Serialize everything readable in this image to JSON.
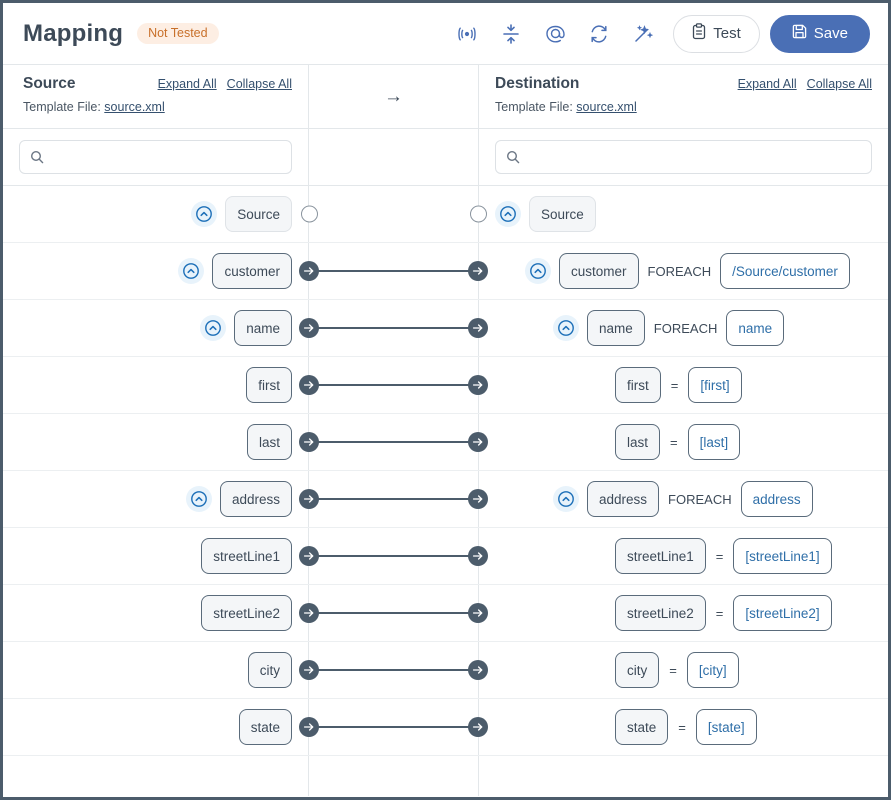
{
  "header": {
    "title": "Mapping",
    "status_badge": "Not Tested",
    "icons": [
      {
        "name": "broadcast-icon",
        "glyph": "((·))"
      },
      {
        "name": "collapse-vertical-icon",
        "glyph": "divide"
      },
      {
        "name": "at-icon",
        "glyph": "@"
      },
      {
        "name": "refresh-icon",
        "glyph": "refresh"
      },
      {
        "name": "magic-wand-icon",
        "glyph": "wand"
      }
    ],
    "test_label": "Test",
    "save_label": "Save",
    "accent_color": "#4a6fb5",
    "badge_bg": "#fdeee3",
    "badge_color": "#c8702a"
  },
  "source_panel": {
    "title": "Source",
    "expand_all": "Expand All",
    "collapse_all": "Collapse All",
    "template_label": "Template File:",
    "template_file": "source.xml",
    "search_placeholder": "",
    "search_value": ""
  },
  "middle_panel": {
    "arrow": "→"
  },
  "destination_panel": {
    "title": "Destination",
    "expand_all": "Expand All",
    "collapse_all": "Collapse All",
    "template_label": "Template File:",
    "template_file": "source.xml",
    "search_placeholder": "",
    "search_value": ""
  },
  "rows": [
    {
      "depth": 0,
      "has_toggle": true,
      "source_label": "Source",
      "source_root": true,
      "connector": "circles",
      "dest_label": "Source",
      "dest_root": true,
      "dest_op": "",
      "dest_expr": ""
    },
    {
      "depth": 1,
      "has_toggle": true,
      "source_label": "customer",
      "source_root": false,
      "connector": "arrows",
      "dest_label": "customer",
      "dest_root": false,
      "dest_op": "FOREACH",
      "dest_expr": "/Source/customer"
    },
    {
      "depth": 2,
      "has_toggle": true,
      "source_label": "name",
      "source_root": false,
      "connector": "arrows",
      "dest_label": "name",
      "dest_root": false,
      "dest_op": "FOREACH",
      "dest_expr": "name"
    },
    {
      "depth": 3,
      "has_toggle": false,
      "source_label": "first",
      "source_root": false,
      "connector": "arrows",
      "dest_label": "first",
      "dest_root": false,
      "dest_op": "=",
      "dest_expr": "[first]"
    },
    {
      "depth": 3,
      "has_toggle": false,
      "source_label": "last",
      "source_root": false,
      "connector": "arrows",
      "dest_label": "last",
      "dest_root": false,
      "dest_op": "=",
      "dest_expr": "[last]"
    },
    {
      "depth": 2,
      "has_toggle": true,
      "source_label": "address",
      "source_root": false,
      "connector": "arrows",
      "dest_label": "address",
      "dest_root": false,
      "dest_op": "FOREACH",
      "dest_expr": "address"
    },
    {
      "depth": 3,
      "has_toggle": false,
      "source_label": "streetLine1",
      "source_root": false,
      "connector": "arrows",
      "dest_label": "streetLine1",
      "dest_root": false,
      "dest_op": "=",
      "dest_expr": "[streetLine1]"
    },
    {
      "depth": 3,
      "has_toggle": false,
      "source_label": "streetLine2",
      "source_root": false,
      "connector": "arrows",
      "dest_label": "streetLine2",
      "dest_root": false,
      "dest_op": "=",
      "dest_expr": "[streetLine2]"
    },
    {
      "depth": 3,
      "has_toggle": false,
      "source_label": "city",
      "source_root": false,
      "connector": "arrows",
      "dest_label": "city",
      "dest_root": false,
      "dest_op": "=",
      "dest_expr": "[city]"
    },
    {
      "depth": 3,
      "has_toggle": false,
      "source_label": "state",
      "source_root": false,
      "connector": "arrows",
      "dest_label": "state",
      "dest_root": false,
      "dest_op": "=",
      "dest_expr": "[state]"
    }
  ]
}
